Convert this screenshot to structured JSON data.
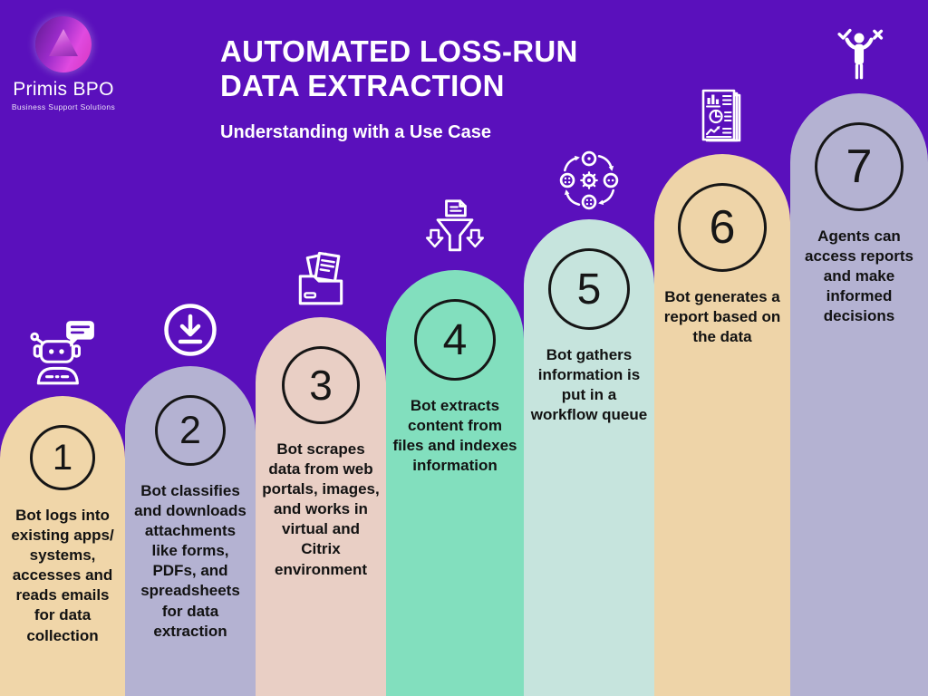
{
  "brand": {
    "name": "Primis BPO",
    "tagline": "Business Support Solutions"
  },
  "header": {
    "title_line1": "AUTOMATED LOSS-RUN",
    "title_line2": "DATA EXTRACTION",
    "subtitle": "Understanding with a Use Case"
  },
  "colors": {
    "background": "#5a10bc",
    "title_text": "#ffffff",
    "step_text": "#121212",
    "number_circle_border": "#161616",
    "icon": "#ffffff"
  },
  "steps": [
    {
      "number": "1",
      "icon": "robot-chat-icon",
      "color": "#f0d6a9",
      "text": "Bot logs into existing apps/ systems, accesses and reads emails for data collection"
    },
    {
      "number": "2",
      "icon": "download-icon",
      "color": "#b4b2d2",
      "text": "Bot classifies and downloads attachments like forms, PDFs, and spreadsheets for data extraction"
    },
    {
      "number": "3",
      "icon": "folder-documents-icon",
      "color": "#e9cfc5",
      "text": "Bot scrapes data from web portals, images, and works in virtual and Citrix environment"
    },
    {
      "number": "4",
      "icon": "funnel-extraction-icon",
      "color": "#82dfbe",
      "text": "Bot extracts content from files and indexes information"
    },
    {
      "number": "5",
      "icon": "workflow-process-icon",
      "color": "#c6e4dd",
      "text": "Bot gathers information is put in a workflow queue"
    },
    {
      "number": "6",
      "icon": "report-chart-icon",
      "color": "#eed4a8",
      "text": "Bot generates a report based on the data"
    },
    {
      "number": "7",
      "icon": "decision-person-icon",
      "color": "#b4b2d2",
      "text": "Agents can access reports and make informed decisions"
    }
  ]
}
